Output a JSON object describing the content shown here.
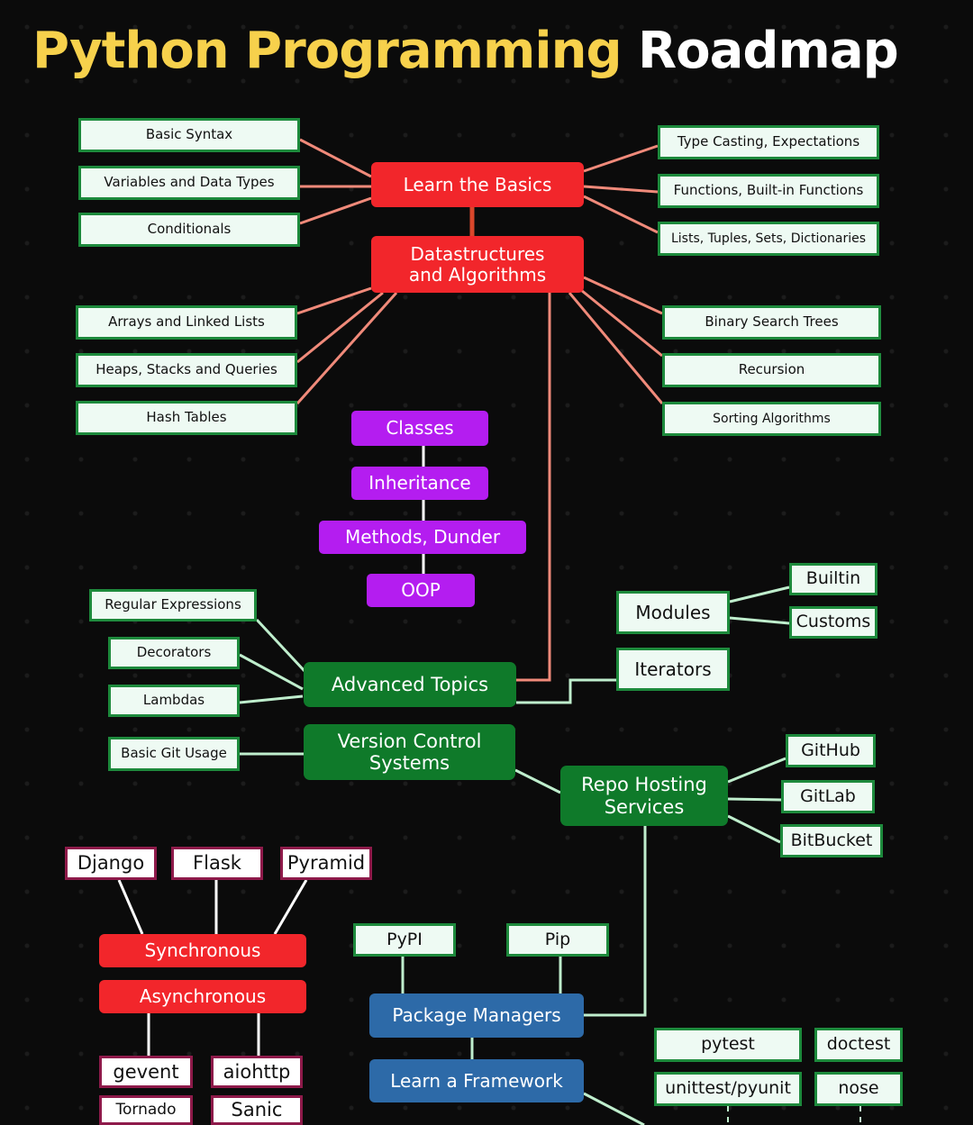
{
  "title": {
    "part1": "Python Programming",
    "part2": "Roadmap"
  },
  "basics": {
    "main": "Learn the Basics",
    "left": [
      "Basic Syntax",
      "Variables and Data Types",
      "Conditionals"
    ],
    "right": [
      "Type Casting, Expectations",
      "Functions, Built-in Functions",
      "Lists, Tuples, Sets, Dictionaries"
    ]
  },
  "dsa": {
    "main": "Datastructures and Algorithms",
    "left": [
      "Arrays and Linked Lists",
      "Heaps, Stacks and Queries",
      "Hash Tables"
    ],
    "right": [
      "Binary Search Trees",
      "Recursion",
      "Sorting Algorithms"
    ]
  },
  "oop": {
    "chain": [
      "Classes",
      "Inheritance",
      "Methods, Dunder",
      "OOP"
    ]
  },
  "advanced": {
    "main": "Advanced Topics",
    "left": [
      "Regular Expressions",
      "Decorators",
      "Lambdas"
    ],
    "modules": "Modules",
    "module_children": [
      "Builtin",
      "Customs"
    ],
    "iterators": "Iterators"
  },
  "vcs": {
    "main": "Version Control Systems",
    "left": "Basic Git Usage"
  },
  "repo": {
    "main": "Repo Hosting Services",
    "children": [
      "GitHub",
      "GitLab",
      "BitBucket"
    ]
  },
  "frameworks": {
    "sync_children": [
      "Django",
      "Flask",
      "Pyramid"
    ],
    "sync": "Synchronous",
    "async": "Asynchronous",
    "async_children": [
      "gevent",
      "aiohttp",
      "Tornado",
      "Sanic"
    ]
  },
  "packages": {
    "main": "Package Managers",
    "children": [
      "PyPI",
      "Pip"
    ],
    "framework": "Learn a Framework"
  },
  "testing": {
    "items": [
      "pytest",
      "doctest",
      "unittest/pyunit",
      "nose"
    ]
  },
  "colors": {
    "background": "#0b0b0b",
    "title_accent": "#f7d14c",
    "basics": "#f2262b",
    "oop": "#b41df0",
    "advanced": "#0f7a2a",
    "packages": "#2d6aa8",
    "leaf_border": "#1d8a3c",
    "framework_border": "#8e1a4a"
  }
}
